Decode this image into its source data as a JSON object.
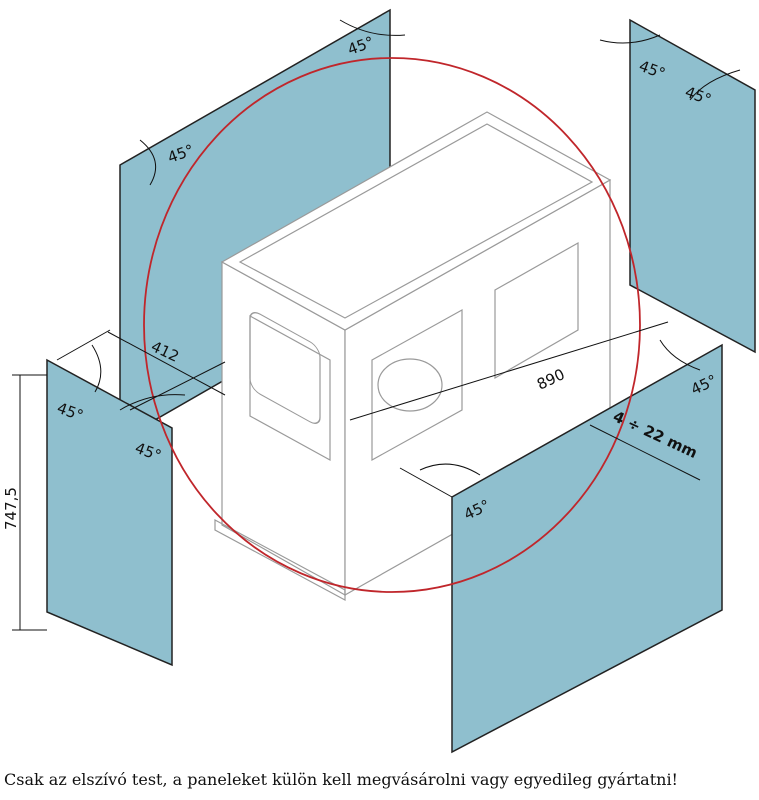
{
  "colors": {
    "panel": "#8fbfce",
    "circle": "#c0262b",
    "line": "#111111",
    "cabinet": "#9a9a9a"
  },
  "labels": {
    "angle": "45°",
    "depth": "412",
    "width": "890",
    "height": "747,5",
    "thickness": "4 ÷ 22 mm"
  },
  "caption": "Csak az elszívó test, a paneleket külön kell megvásárolni vagy egyedileg gyártatni!"
}
